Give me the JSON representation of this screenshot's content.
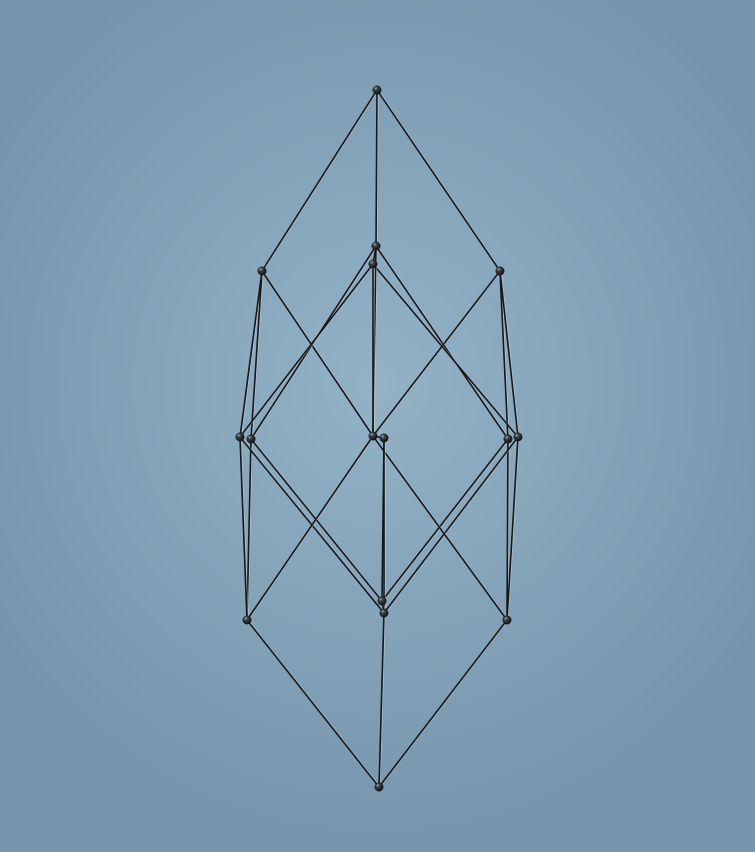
{
  "scene": {
    "background_colors": [
      "#93b2c6",
      "#86a5bb",
      "#7694ab"
    ],
    "rod_color": "#151719",
    "node_color": "#2a2d31",
    "node_highlight_color": "#9aa2a8"
  },
  "nodes": [
    "n0",
    "n1",
    "n2",
    "n3",
    "n4",
    "n5",
    "n6",
    "n7",
    "n8",
    "n9",
    "n10",
    "n11",
    "n12",
    "n13",
    "n14",
    "n15",
    "n16",
    "n17",
    "n18",
    "n19",
    "n20"
  ],
  "edges": [
    [
      "n0",
      "n1"
    ],
    [
      "n0",
      "n2"
    ],
    [
      "n0",
      "n3"
    ],
    [
      "n1",
      "n5"
    ],
    [
      "n1",
      "n13"
    ],
    [
      "n2",
      "n4"
    ],
    [
      "n2",
      "n5"
    ],
    [
      "n2",
      "n6"
    ],
    [
      "n3",
      "n8"
    ],
    [
      "n3",
      "n12"
    ],
    [
      "n4",
      "n7"
    ],
    [
      "n4",
      "n8"
    ],
    [
      "n4",
      "n10"
    ],
    [
      "n5",
      "n9"
    ],
    [
      "n5",
      "n11"
    ],
    [
      "n6",
      "n10"
    ],
    [
      "n6",
      "n11"
    ],
    [
      "n7",
      "n14"
    ],
    [
      "n7",
      "n15"
    ],
    [
      "n8",
      "n14"
    ],
    [
      "n8",
      "n16"
    ],
    [
      "n9",
      "n15"
    ],
    [
      "n9",
      "n17"
    ],
    [
      "n10",
      "n18"
    ],
    [
      "n11",
      "n18"
    ],
    [
      "n12",
      "n16"
    ],
    [
      "n12",
      "n17"
    ],
    [
      "n13",
      "n14"
    ],
    [
      "n13",
      "n15"
    ],
    [
      "n14",
      "n19"
    ],
    [
      "n15",
      "n19"
    ],
    [
      "n16",
      "n18"
    ],
    [
      "n17",
      "n18"
    ],
    [
      "n18",
      "n20"
    ],
    [
      "n19",
      "n20"
    ]
  ]
}
